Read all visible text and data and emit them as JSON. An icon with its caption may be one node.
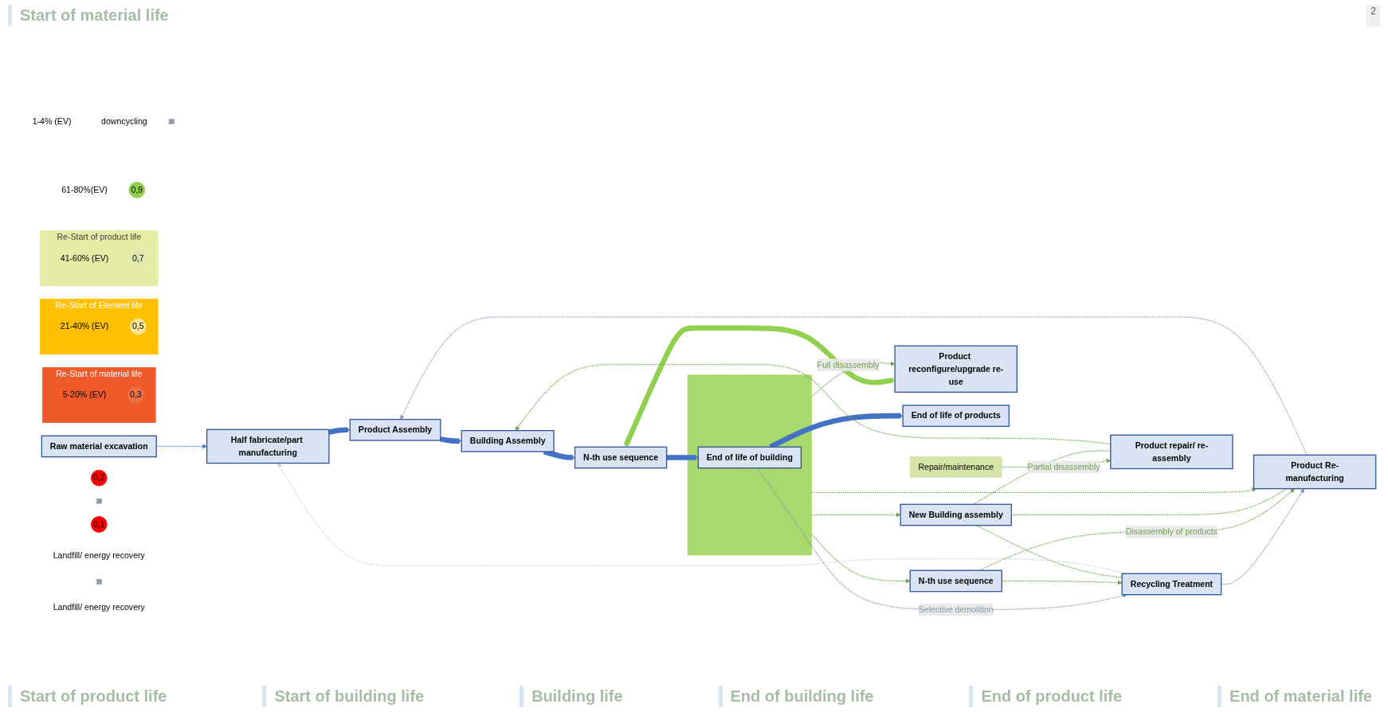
{
  "diagram": {
    "nodes": [
      {
        "text": [
          "Raw material excavation"
        ]
      },
      {
        "text": [
          "Re-Start of material life"
        ],
        "beside": [
          "5-20% (EV)"
        ]
      },
      {
        "text": [
          "0,3"
        ],
        "in": 1
      },
      {
        "text": [
          "Recycling Treatment"
        ]
      },
      {
        "text": [
          "Re-Start of Element life"
        ],
        "beside": [
          "21-40% (EV)"
        ]
      },
      {
        "text": [
          "0,5"
        ],
        "in": 4
      },
      {
        "text": [
          "Product Re-manufacturing"
        ]
      },
      {
        "text": [
          "Re-Start of product life"
        ],
        "beside": [
          "41-60% (EV)"
        ]
      },
      {
        "text": [
          "0,7"
        ],
        "in": 7
      },
      {
        "text": [
          "Product repair/ re-assembly"
        ]
      },
      {
        "text": [
          "Repair/maintenance"
        ]
      },
      {
        "text": [
          "Product reconfigure/upgrade re-use"
        ]
      },
      {
        "text": [
          "0,9"
        ],
        "beside": [
          "61-80%(EV)"
        ]
      },
      {
        "text": [
          "Half fabricate/part manufacturing"
        ]
      },
      {
        "text": [
          "Product Assembly"
        ]
      },
      {
        "text": [
          "Building Assembly"
        ]
      },
      {
        "text": [
          "N-th use sequence"
        ]
      },
      {
        "text": [],
        "shape": "box"
      },
      {
        "text": [
          "End of life of building"
        ],
        "in": 17
      },
      {
        "text": [
          "End of life of products"
        ]
      },
      {
        "text": [
          "New Building assembly"
        ]
      },
      {
        "text": [
          "N-th use sequence"
        ]
      },
      {
        "text": [],
        "shape": "arrow",
        "beside": [
          "1-4% (EV)",
          "downcycling"
        ]
      },
      {
        "text": [
          "0,2"
        ]
      },
      {
        "text": [],
        "shape": "arrow"
      },
      {
        "text": [
          "0,1"
        ]
      },
      {
        "text": [
          "Landfill/ energy recovery"
        ]
      },
      {
        "text": [],
        "shape": "arrow"
      },
      {
        "text": [
          "Landfill/ energy recovery"
        ]
      }
    ],
    "edges": [
      {
        "from": 0,
        "to": 13,
        "arrow": "to",
        "style": "dashed",
        "color": "#4472c4"
      },
      {
        "from": 3,
        "to": 13,
        "arrow": "to",
        "style": "dashed",
        "color": "#c9d1e0"
      },
      {
        "from": 3,
        "to": 6,
        "arrow": "to",
        "style": "dashed",
        "color": "#8497b0"
      },
      {
        "from": 6,
        "to": 14,
        "arrow": "to",
        "style": "dashed",
        "color": "#8497b0"
      },
      {
        "from": 13,
        "to": 14,
        "arrow": "to",
        "style": "thick",
        "color": "#4472c4"
      },
      {
        "from": 14,
        "to": 15,
        "arrow": "to",
        "style": "thick",
        "color": "#4472c4"
      },
      {
        "from": 15,
        "to": 16,
        "arrow": "to",
        "style": "thick",
        "color": "#4472c4"
      },
      {
        "from": 16,
        "to": 18,
        "arrow": "to",
        "style": "thick",
        "color": "#4472c4"
      },
      {
        "from": 18,
        "to": 19,
        "arrow": "to",
        "style": "thick",
        "color": "#4472c4"
      },
      {
        "from": 16,
        "to": 11,
        "arrow": "both",
        "style": "thick",
        "color": "#92d050"
      },
      {
        "from": 9,
        "to": 15,
        "arrow": "to",
        "style": "dashed",
        "color": "#70a050"
      },
      {
        "from": 18,
        "to": 3,
        "label": "Selective demolition",
        "arrow": "to",
        "style": "dashed",
        "color": "#8497b0"
      },
      {
        "from": 21,
        "to": 3,
        "arrow": "to",
        "style": "dashed",
        "color": "#70a050"
      },
      {
        "from": 21,
        "to": 6,
        "label": "Disassembly of products",
        "arrow": "to",
        "style": "dashed",
        "color": "#70a050"
      },
      {
        "from": 17,
        "to": 6,
        "arrow": "to",
        "style": "dashed",
        "color": "#70a050"
      },
      {
        "from": 17,
        "to": 11,
        "label": "Full disassembly",
        "arrow": "to",
        "style": "dashed",
        "color": "#70a050"
      },
      {
        "from": 10,
        "to": 9,
        "label": "Partial disassembly",
        "arrow": "to",
        "style": "dashed",
        "color": "#70a050"
      },
      {
        "from": 17,
        "to": 20,
        "arrow": "to",
        "style": "dashed",
        "color": "#70a050"
      },
      {
        "from": 17,
        "to": 21,
        "arrow": "to",
        "style": "dashed",
        "color": "#70a050"
      },
      {
        "from": 20,
        "to": 9,
        "arrow": "none",
        "style": "dashed",
        "color": "#70a050"
      },
      {
        "from": 20,
        "to": 6,
        "arrow": "none",
        "style": "dashed",
        "color": "#70a050"
      },
      {
        "from": 20,
        "to": 3,
        "arrow": "none",
        "style": "dashed",
        "color": "#70a050"
      }
    ],
    "labels": [
      "Start of material life",
      "2",
      "Start of product life",
      "Start of building life",
      "Building life",
      "End of building life",
      "End of product life",
      "End of material life"
    ]
  }
}
